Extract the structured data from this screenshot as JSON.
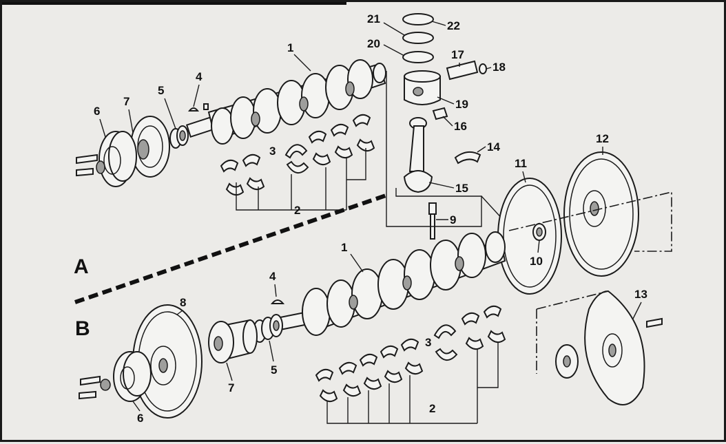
{
  "section_labels": {
    "a": "A",
    "b": "B"
  },
  "callouts": {
    "a_1": "1",
    "a_2": "2",
    "a_3": "3",
    "a_4": "4",
    "a_5": "5",
    "a_6": "6",
    "a_7": "7",
    "a_9": "9",
    "a_10": "10",
    "a_11": "11",
    "a_12": "12",
    "a_14": "14",
    "a_15": "15",
    "a_16": "16",
    "a_17": "17",
    "a_18": "18",
    "a_19": "19",
    "a_20": "20",
    "a_21": "21",
    "a_22": "22",
    "b_1": "1",
    "b_2": "2",
    "b_3": "3",
    "b_4": "4",
    "b_5": "5",
    "b_6": "6",
    "b_7": "7",
    "b_8": "8",
    "b_13": "13"
  }
}
